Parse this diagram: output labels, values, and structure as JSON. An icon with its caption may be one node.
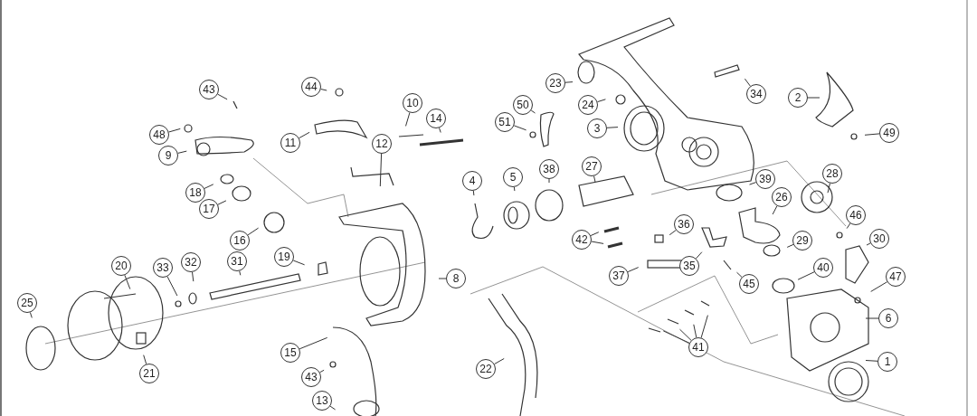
{
  "diagram": {
    "nodes": [
      {
        "text": [
          "23"
        ]
      },
      {
        "text": [
          "24"
        ]
      },
      {
        "text": [
          "3"
        ]
      },
      {
        "text": [
          "50"
        ]
      },
      {
        "text": [
          "51"
        ]
      },
      {
        "text": [
          "34"
        ]
      },
      {
        "text": [
          "2"
        ]
      },
      {
        "text": [
          "49"
        ]
      },
      {
        "text": [
          "28"
        ]
      },
      {
        "text": [
          "39"
        ]
      },
      {
        "text": [
          "26"
        ]
      },
      {
        "text": [
          "46"
        ]
      },
      {
        "text": [
          "30"
        ]
      },
      {
        "text": [
          "29"
        ]
      },
      {
        "text": [
          "40"
        ]
      },
      {
        "text": [
          "47"
        ]
      },
      {
        "text": [
          "6"
        ]
      },
      {
        "text": [
          "1"
        ]
      },
      {
        "text": [
          "41"
        ]
      },
      {
        "text": [
          "45"
        ]
      },
      {
        "text": [
          "35"
        ]
      },
      {
        "text": [
          "36"
        ]
      },
      {
        "text": [
          "37"
        ]
      },
      {
        "text": [
          "42"
        ]
      },
      {
        "text": [
          "38"
        ]
      },
      {
        "text": [
          "27"
        ]
      },
      {
        "text": [
          "5"
        ]
      },
      {
        "text": [
          "4"
        ]
      },
      {
        "text": [
          "22"
        ]
      },
      {
        "text": [
          "43"
        ]
      },
      {
        "text": [
          "48"
        ]
      },
      {
        "text": [
          "9"
        ]
      },
      {
        "text": [
          "18"
        ]
      },
      {
        "text": [
          "17"
        ]
      },
      {
        "text": [
          "16"
        ]
      },
      {
        "text": [
          "44"
        ]
      },
      {
        "text": [
          "11"
        ]
      },
      {
        "text": [
          "10"
        ]
      },
      {
        "text": [
          "14"
        ]
      },
      {
        "text": [
          "12"
        ]
      },
      {
        "text": [
          "8"
        ]
      },
      {
        "text": [
          "19"
        ]
      },
      {
        "text": [
          "31"
        ]
      },
      {
        "text": [
          "32"
        ]
      },
      {
        "text": [
          "33"
        ]
      },
      {
        "text": [
          "20"
        ]
      },
      {
        "text": [
          "25"
        ]
      },
      {
        "text": [
          "21"
        ]
      },
      {
        "text": [
          "15"
        ]
      },
      {
        "text": [
          "43"
        ]
      },
      {
        "text": [
          "13"
        ]
      }
    ],
    "edges": [
      {
        "from": 0,
        "to": null,
        "arrow": "none"
      },
      {
        "from": 1,
        "to": null,
        "arrow": "none"
      },
      {
        "from": 2,
        "to": null,
        "arrow": "none"
      },
      {
        "from": 3,
        "to": null,
        "arrow": "none"
      },
      {
        "from": 4,
        "to": null,
        "arrow": "none"
      },
      {
        "from": 5,
        "to": null,
        "arrow": "none"
      },
      {
        "from": 6,
        "to": null,
        "arrow": "none"
      },
      {
        "from": 7,
        "to": null,
        "arrow": "none"
      },
      {
        "from": 8,
        "to": null,
        "arrow": "none"
      },
      {
        "from": 9,
        "to": null,
        "arrow": "none"
      },
      {
        "from": 10,
        "to": null,
        "arrow": "none"
      },
      {
        "from": 11,
        "to": null,
        "arrow": "none"
      },
      {
        "from": 12,
        "to": null,
        "arrow": "none"
      },
      {
        "from": 13,
        "to": null,
        "arrow": "none"
      },
      {
        "from": 14,
        "to": null,
        "arrow": "none"
      },
      {
        "from": 15,
        "to": null,
        "arrow": "none"
      },
      {
        "from": 16,
        "to": null,
        "arrow": "none"
      },
      {
        "from": 17,
        "to": null,
        "arrow": "none"
      },
      {
        "from": 18,
        "to": null,
        "arrow": "none"
      },
      {
        "from": 18,
        "to": null,
        "arrow": "none"
      },
      {
        "from": 18,
        "to": null,
        "arrow": "none"
      },
      {
        "from": 18,
        "to": null,
        "arrow": "none"
      },
      {
        "from": 19,
        "to": null,
        "arrow": "none"
      },
      {
        "from": 20,
        "to": null,
        "arrow": "none"
      },
      {
        "from": 21,
        "to": null,
        "arrow": "none"
      },
      {
        "from": 22,
        "to": null,
        "arrow": "none"
      },
      {
        "from": 23,
        "to": null,
        "arrow": "none"
      },
      {
        "from": 23,
        "to": null,
        "arrow": "none"
      },
      {
        "from": 24,
        "to": null,
        "arrow": "none"
      },
      {
        "from": 25,
        "to": null,
        "arrow": "none"
      },
      {
        "from": 26,
        "to": null,
        "arrow": "none"
      },
      {
        "from": 27,
        "to": null,
        "arrow": "none"
      },
      {
        "from": 28,
        "to": null,
        "arrow": "none"
      },
      {
        "from": 29,
        "to": null,
        "arrow": "none"
      },
      {
        "from": 30,
        "to": null,
        "arrow": "none"
      },
      {
        "from": 31,
        "to": null,
        "arrow": "none"
      },
      {
        "from": 32,
        "to": null,
        "arrow": "none"
      },
      {
        "from": 33,
        "to": null,
        "arrow": "none"
      },
      {
        "from": 34,
        "to": null,
        "arrow": "none"
      },
      {
        "from": 35,
        "to": null,
        "arrow": "none"
      },
      {
        "from": 36,
        "to": null,
        "arrow": "none"
      },
      {
        "from": 37,
        "to": null,
        "arrow": "none"
      },
      {
        "from": 38,
        "to": null,
        "arrow": "none"
      },
      {
        "from": 39,
        "to": null,
        "arrow": "none"
      },
      {
        "from": 40,
        "to": null,
        "arrow": "none"
      },
      {
        "from": 41,
        "to": null,
        "arrow": "none"
      },
      {
        "from": 42,
        "to": null,
        "arrow": "none"
      },
      {
        "from": 43,
        "to": null,
        "arrow": "none"
      },
      {
        "from": 44,
        "to": null,
        "arrow": "none"
      },
      {
        "from": 45,
        "to": null,
        "arrow": "none"
      },
      {
        "from": 46,
        "to": null,
        "arrow": "none"
      },
      {
        "from": 47,
        "to": null,
        "arrow": "none"
      },
      {
        "from": 48,
        "to": null,
        "arrow": "none"
      },
      {
        "from": 49,
        "to": null,
        "arrow": "none"
      },
      {
        "from": 50,
        "to": null,
        "arrow": "none"
      }
    ]
  }
}
